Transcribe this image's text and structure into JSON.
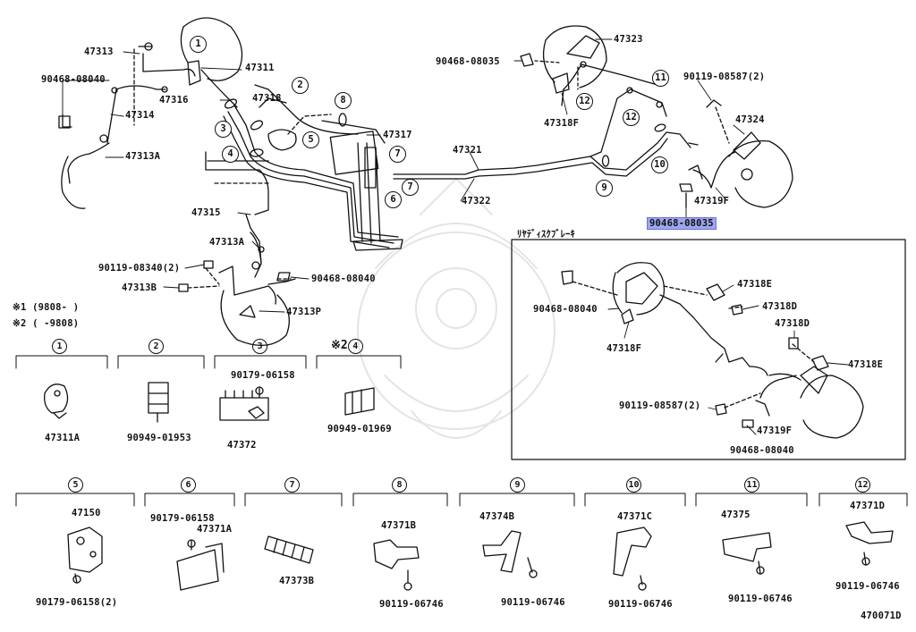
{
  "diagram_id": "470071D",
  "notes": [
    {
      "mark": "※1",
      "text": "(9808-      )"
    },
    {
      "mark": "※2",
      "text": "(      -9808)"
    }
  ],
  "inset_title": "ﾘﾔﾃﾞｨｽｸﾌﾞﾚｰｷ",
  "callouts": [
    "1",
    "2",
    "3",
    "4",
    "5",
    "6",
    "7",
    "8",
    "9",
    "10",
    "11",
    "12"
  ],
  "main_labels": {
    "p47313": "47313",
    "p90468_08040_a": "90468-08040",
    "p47311": "47311",
    "p47316": "47316",
    "p47318": "47318",
    "p47314": "47314",
    "p47313A": "47313A",
    "p47317": "47317",
    "p47321": "47321",
    "p47322": "47322",
    "p47315": "47315",
    "p47313A_b": "47313A",
    "p90119_08340": "90119-08340(2)",
    "p47313B": "47313B",
    "p90468_08040_b": "90468-08040",
    "p47313P": "47313P",
    "p90468_08035_a": "90468-08035",
    "p47323": "47323",
    "p47318F": "47318F",
    "p90119_08587": "90119-08587(2)",
    "p47324": "47324",
    "p47319F": "47319F",
    "p90468_08035_sel": "90468-08035"
  },
  "inset_labels": {
    "p90468_08040_c": "90468-08040",
    "p47318E_a": "47318E",
    "p47318D_a": "47318D",
    "p47318D_b": "47318D",
    "p47318F_b": "47318F",
    "p47318E_b": "47318E",
    "p90119_08587_b": "90119-08587(2)",
    "p47319F_b": "47319F",
    "p90468_08040_d": "90468-08040"
  },
  "detail_row1": [
    {
      "num": "1",
      "mark": "",
      "parts": [
        "47311A"
      ]
    },
    {
      "num": "2",
      "mark": "",
      "parts": [
        "90949-01953"
      ]
    },
    {
      "num": "3",
      "mark": "",
      "parts": [
        "90179-06158",
        "47372"
      ]
    },
    {
      "num": "4",
      "mark": "※2",
      "parts": [
        "90949-01969"
      ]
    }
  ],
  "detail_row2": [
    {
      "num": "5",
      "parts": [
        "47150",
        "90179-06158(2)"
      ]
    },
    {
      "num": "6",
      "parts": [
        "90179-06158",
        "47371A"
      ]
    },
    {
      "num": "7",
      "parts": [
        "47373B"
      ]
    },
    {
      "num": "8",
      "parts": [
        "47371B",
        "90119-06746"
      ]
    },
    {
      "num": "9",
      "parts": [
        "47374B",
        "90119-06746"
      ]
    },
    {
      "num": "10",
      "parts": [
        "47371C",
        "90119-06746"
      ]
    },
    {
      "num": "11",
      "parts": [
        "47375",
        "90119-06746"
      ]
    },
    {
      "num": "12",
      "parts": [
        "47371D",
        "90119-06746"
      ]
    }
  ],
  "selected_part": "90468-08035",
  "colors": {
    "ink": "#111111",
    "highlight": "#9ea6ee",
    "watermark": "#e6e6e6"
  }
}
